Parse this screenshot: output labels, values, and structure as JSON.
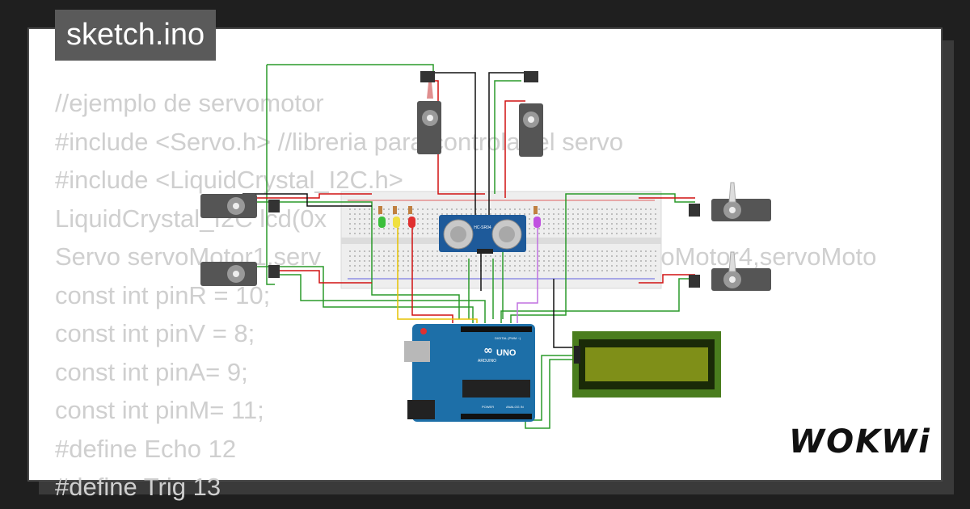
{
  "file": {
    "name": "sketch.ino"
  },
  "code_lines": [
    "//ejemplo de servomotor",
    "#include <Servo.h> //libreria para controlar el servo",
    "#include <LiquidCrystal_I2C.h>",
    "LiquidCrystal_I2C lcd(0x",
    "Servo servoMotor1,serv                                               voMotor4,servoMoto",
    "const int pinR = 10;",
    "const int pinV = 8;",
    "const int pinA= 9;",
    "const int pinM= 11;",
    "#define Echo 12",
    "#define Trig 13"
  ],
  "board": {
    "brand": "ARDUINO",
    "model": "UNO",
    "digital_label": "DIGITAL (PWM ~)",
    "power_label": "POWER",
    "analog_label": "ANALOG IN"
  },
  "sensor": {
    "label": "HC-SR04"
  },
  "brand": {
    "logo": "WOKWi"
  },
  "colors": {
    "board": "#1d6fa8",
    "lcd": "#4a7d1e",
    "lcd_screen": "#7f8f18",
    "breadboard": "#eeeeee",
    "wire_green": "#2a9a2a",
    "wire_red": "#d11010",
    "wire_black": "#111111"
  }
}
